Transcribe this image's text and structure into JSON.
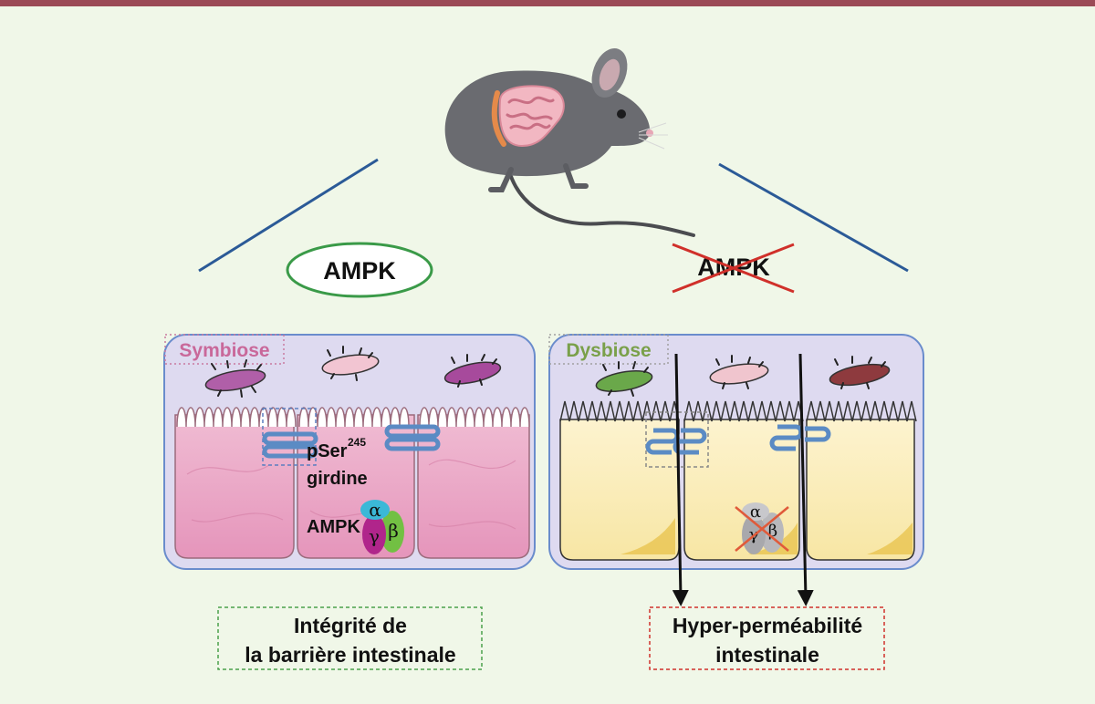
{
  "labels": {
    "ampk_left": "AMPK",
    "ampk_right_crossed": "AMPK",
    "symbiose": "Symbiose",
    "dysbiose": "Dysbiose",
    "pser": "pSer",
    "pser_sup": "245",
    "girdine": "girdine",
    "ampk_cell": "AMPK",
    "alpha": "α",
    "gamma": "γ",
    "beta": "β",
    "alpha_r": "α",
    "gamma_r": "γ",
    "beta_r": "β",
    "integrity_line1": "Intégrité de",
    "integrity_line2": "la barrière intestinale",
    "hyper_line1": "Hyper-perméabilité",
    "hyper_line2": "intestinale"
  },
  "colors": {
    "top_bar": "#9b4a56",
    "background": "#f0f7e8",
    "symbiose_label": "#c9689a",
    "dysbiose_label": "#7aa04a",
    "left_cells": "#e8a6c4",
    "right_cells": "#faeebd",
    "ampk_ellipse": "#3a9a48",
    "cross": "#d0302a",
    "lines": "#2b5a97",
    "junction": "#5b8bc4"
  }
}
